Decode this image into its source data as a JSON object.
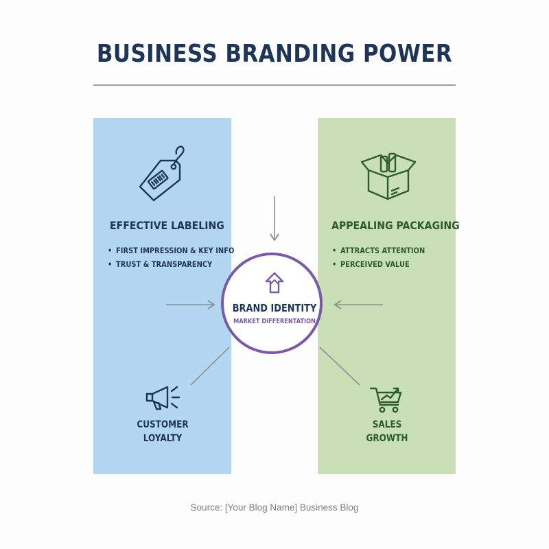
{
  "title": "BUSINESS BRANDING POWER",
  "left_panel": {
    "heading": "EFFECTIVE LABELING",
    "bullets": [
      "FIRST IMPRESSION & KEY INFO",
      "TRUST & TRANSPARENCY"
    ],
    "icon": "price-tag-icon",
    "outcome_label": "CUSTOMER\nLOYALTY",
    "outcome_icon": "megaphone-icon"
  },
  "right_panel": {
    "heading": "APPEALING PACKAGING",
    "bullets": [
      "ATTRACTS ATTENTION",
      "PERCEIVED VALUE"
    ],
    "icon": "open-box-icon",
    "outcome_label": "SALES\nGROWTH",
    "outcome_icon": "cart-growth-icon"
  },
  "center": {
    "title": "BRAND IDENTITY",
    "subtitle": "MARKET DIFFERENTATION",
    "icon": "up-arrow-icon"
  },
  "source": "Source: [Your Blog Name] Business Blog",
  "colors": {
    "navy": "#1f3557",
    "purple": "#7a5aa6",
    "blue_panel": "#b3d7f0",
    "green_panel": "#c9dfb5",
    "green_text": "#2f5a2f",
    "arrow_gray": "#8a8f95"
  }
}
